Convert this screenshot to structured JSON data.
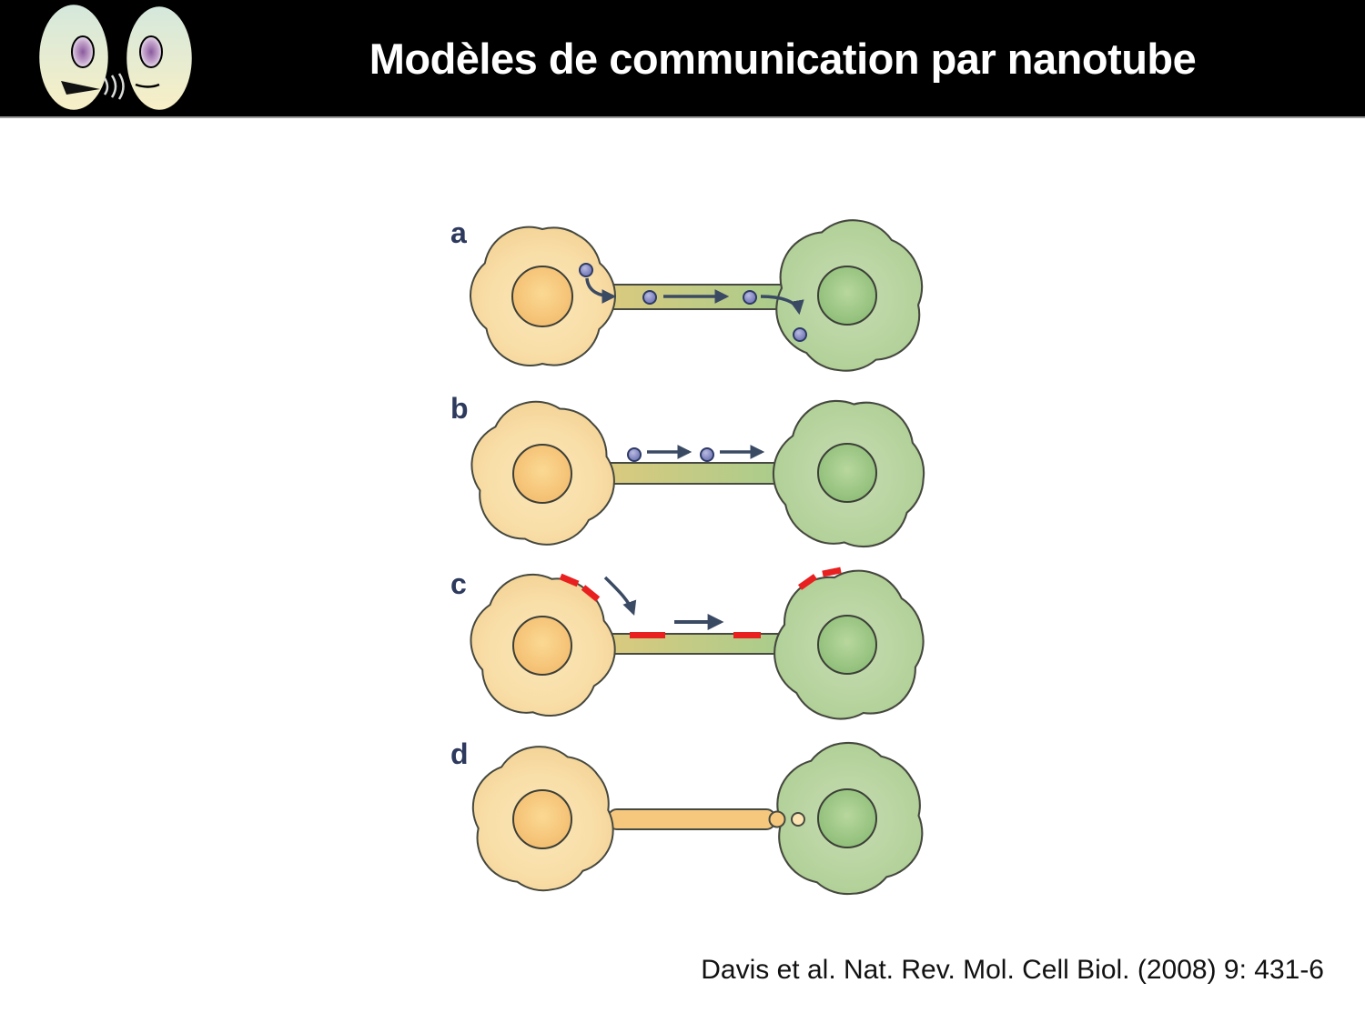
{
  "header": {
    "title": "Modèles de communication par nanotube"
  },
  "logo": {
    "icon": "two-cells-talking-icon"
  },
  "figure": {
    "panels": [
      {
        "label": "a"
      },
      {
        "label": "b"
      },
      {
        "label": "c"
      },
      {
        "label": "d"
      }
    ]
  },
  "citation": {
    "text": "Davis et al. Nat. Rev. Mol. Cell Biol. (2008) 9: 431-6"
  },
  "palette": {
    "header_bg": "#000000",
    "title_color": "#ffffff",
    "donor_cell_fill": "#f7d9a0",
    "donor_nucleus_fill": "#f3be6e",
    "acceptor_cell_fill": "#b7d49e",
    "acceptor_nucleus_fill": "#93c17c",
    "tube_gradient_left": "#dcca7e",
    "tube_gradient_right": "#a8cc8c",
    "tube_d_fill": "#f6c87e",
    "vesicle_fill": "#7c80ba",
    "arrow_color": "#3b4a63",
    "membrane_dash_color": "#e8201f",
    "panel_label_color": "#2d3a5e",
    "citation_color": "#111111",
    "logo_cell_top": "#d4e8dc",
    "logo_cell_bottom": "#f8efc6",
    "logo_nucleus": "#8a5a9c"
  }
}
